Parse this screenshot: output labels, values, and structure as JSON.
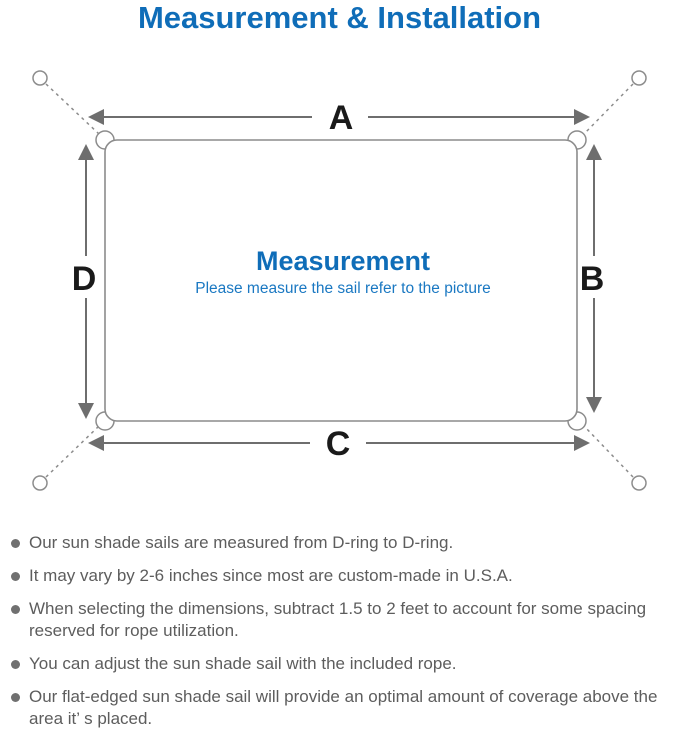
{
  "title": "Measurement & Installation",
  "diagram": {
    "dimension_labels": {
      "top": "A",
      "right": "B",
      "bottom": "C",
      "left": "D"
    },
    "center_title": "Measurement",
    "center_subtitle": "Please measure the sail refer to the picture"
  },
  "notes": {
    "items": [
      "Our sun shade sails are measured from D-ring to D-ring.",
      "It may vary by 2-6 inches since most are custom-made in U.S.A.",
      "When selecting the dimensions, subtract 1.5 to 2 feet to account for some spacing reserved for rope utilization.",
      "You can adjust the sun shade sail with the included rope.",
      "Our flat-edged sun shade sail will provide an optimal amount of coverage above the area it’ s placed."
    ]
  },
  "colors": {
    "accent_blue": "#0f6db8",
    "subtitle_blue": "#1a78c2",
    "line_gray": "#8c8c8c",
    "arrow_gray": "#6e6e6e",
    "label_black": "#1a1a1a",
    "note_gray": "#5d5d5d"
  }
}
